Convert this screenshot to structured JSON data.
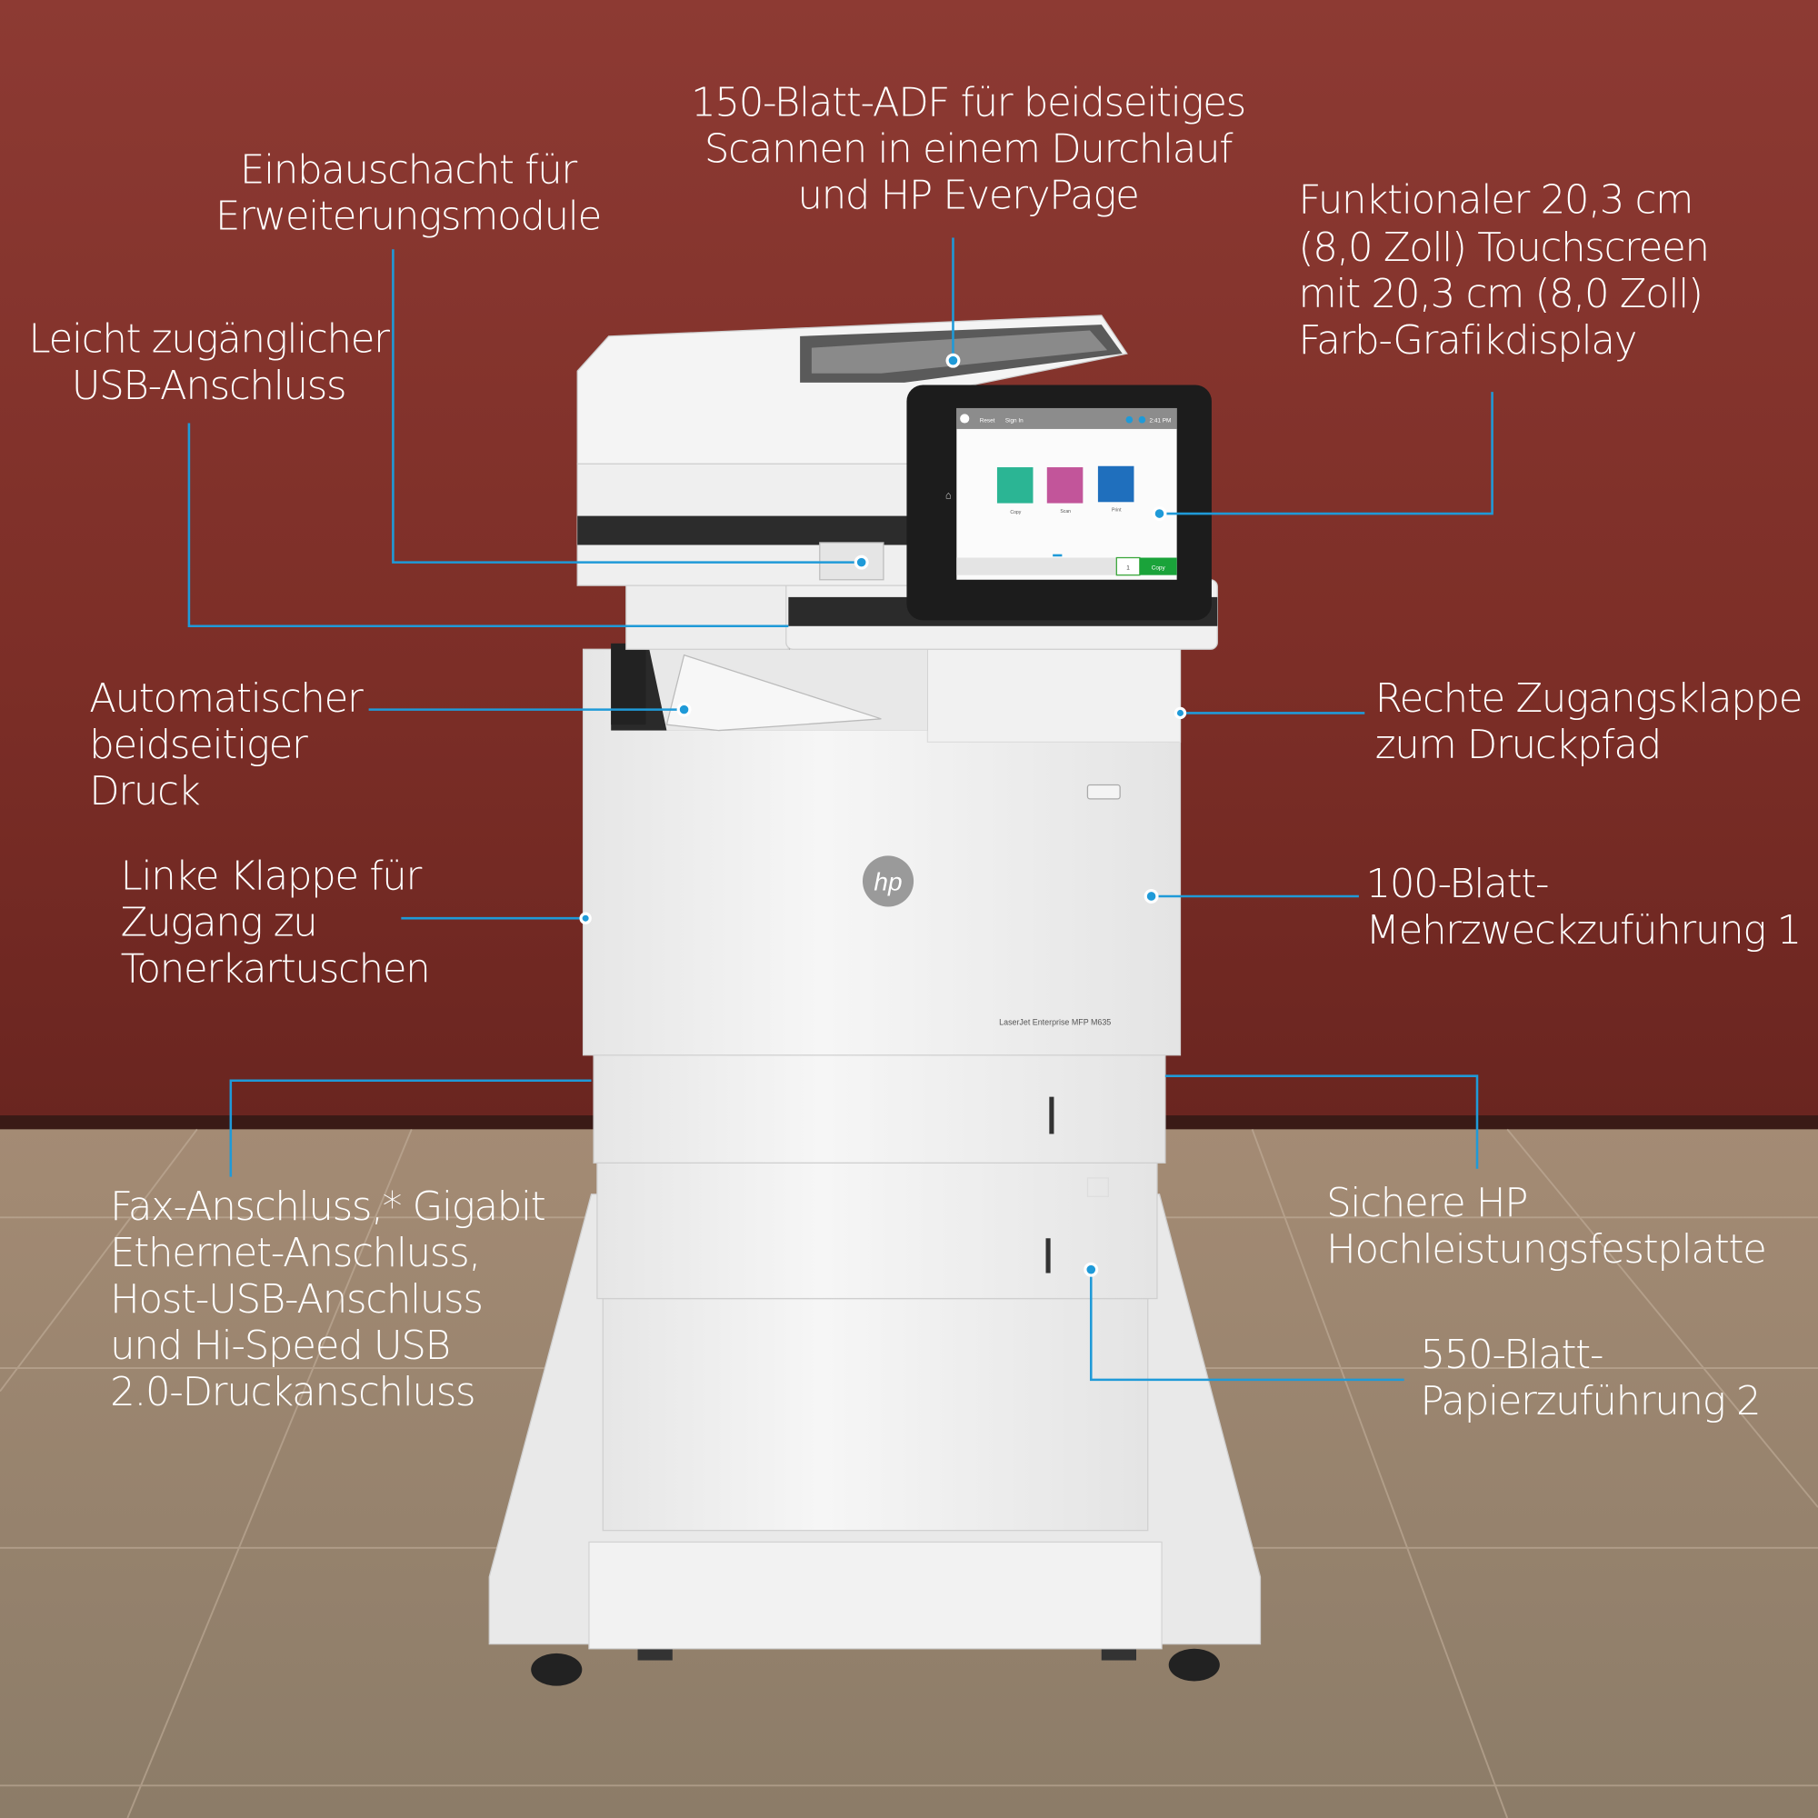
{
  "callouts": {
    "adf": [
      "150-Blatt-ADF für beidseitiges",
      "Scannen in einem Durchlauf",
      "und HP EveryPage"
    ],
    "expansion": [
      "Einbauschacht für",
      "Erweiterungsmodule"
    ],
    "touchscreen": [
      "Funktionaler 20,3 cm",
      "(8,0 Zoll) Touchscreen",
      "mit 20,3 cm (8,0 Zoll)",
      "Farb-Grafikdisplay"
    ],
    "usb": [
      "Leicht zugänglicher",
      "USB-Anschluss"
    ],
    "duplex": [
      "Automatischer",
      "beidseitiger",
      "Druck"
    ],
    "left_door": [
      "Linke Klappe für",
      "Zugang zu",
      "Tonerkartuschen"
    ],
    "ports": [
      "Fax-Anschluss,* Gigabit",
      "Ethernet-Anschluss,",
      "Host-USB-Anschluss",
      "und Hi-Speed USB",
      "2.0-Druckanschluss"
    ],
    "right_door": [
      "Rechte Zugangsklappe",
      "zum Druckpfad"
    ],
    "tray1": [
      "100-Blatt-",
      "Mehrzweckzuführung 1"
    ],
    "hdd": [
      "Sichere HP",
      "Hochleistungsfestplatte"
    ],
    "tray2": [
      "550-Blatt-",
      "Papierzuführung 2"
    ]
  },
  "printer": {
    "model": "LaserJet Enterprise MFP M635",
    "logo": "hp"
  },
  "screen": {
    "reset": "Reset",
    "sign_in": "Sign In",
    "time": "2:41 PM",
    "tiles": [
      {
        "label": "Copy",
        "color": "#2bb594"
      },
      {
        "label": "Scan",
        "color": "#c2559a"
      },
      {
        "label": "Print",
        "color": "#1f6fbd"
      }
    ],
    "copies": "1",
    "copy_button": "Copy"
  },
  "colors": {
    "accent": "#1f9ad8",
    "wall": "#7d2f28",
    "floor": "#9a8670"
  }
}
